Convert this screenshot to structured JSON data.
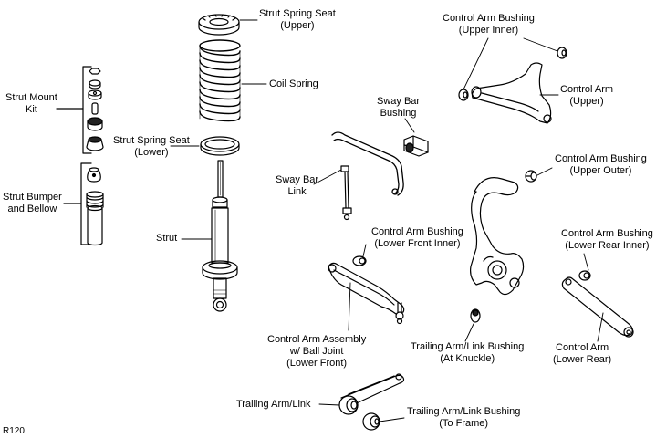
{
  "labels": {
    "strut_spring_seat_upper": [
      "Strut Spring Seat",
      "(Upper)"
    ],
    "coil_spring": [
      "Coil Spring"
    ],
    "strut_spring_seat_lower": [
      "Strut Spring Seat",
      "(Lower)"
    ],
    "strut": [
      "Strut"
    ],
    "strut_mount_kit": [
      "Strut Mount",
      "Kit"
    ],
    "strut_bumper_bellow": [
      "Strut Bumper",
      "and Bellow"
    ],
    "sway_bar_bushing": [
      "Sway Bar",
      "Bushing"
    ],
    "sway_bar_link": [
      "Sway Bar",
      "Link"
    ],
    "control_arm_bushing_upper_inner": [
      "Control Arm Bushing",
      "(Upper Inner)"
    ],
    "control_arm_upper": [
      "Control Arm",
      "(Upper)"
    ],
    "control_arm_bushing_upper_outer": [
      "Control Arm Bushing",
      "(Upper Outer)"
    ],
    "control_arm_bushing_lower_front_inner": [
      "Control Arm Bushing",
      "(Lower Front Inner)"
    ],
    "control_arm_bushing_lower_rear_inner": [
      "Control Arm Bushing",
      "(Lower Rear Inner)"
    ],
    "control_arm_assembly": [
      "Control Arm Assembly",
      "w/ Ball Joint",
      "(Lower Front)"
    ],
    "trailing_arm_link_bushing_knuckle": [
      "Trailing Arm/Link Bushing",
      "(At Knuckle)"
    ],
    "control_arm_lower_rear": [
      "Control Arm",
      "(Lower Rear)"
    ],
    "trailing_arm_link": [
      "Trailing Arm/Link"
    ],
    "trailing_arm_link_bushing_frame": [
      "Trailing Arm/Link Bushing",
      "(To Frame)"
    ],
    "figure_code": [
      "R120"
    ]
  }
}
